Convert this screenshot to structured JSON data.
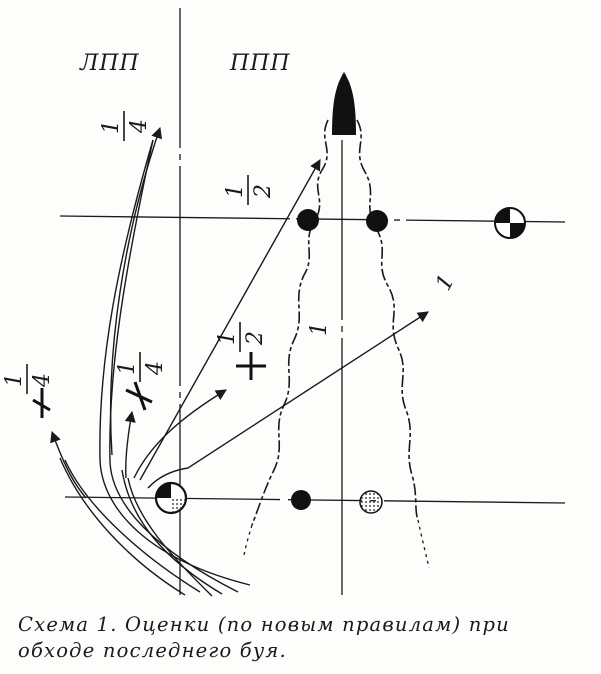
{
  "zones": {
    "left": "ЛПП",
    "right": "ППП"
  },
  "scores": {
    "quarter_top": {
      "num": "1",
      "den": "4"
    },
    "half_top": {
      "num": "1",
      "den": "2"
    },
    "one_right": "1",
    "half_mid": {
      "num": "1",
      "den": "2"
    },
    "one_mid": "1",
    "quarter_mid": {
      "num": "1",
      "den": "4"
    },
    "quarter_left": {
      "num": "1",
      "den": "4"
    }
  },
  "caption": {
    "line1": "Схема 1. Оценки (по новым правилам) при",
    "line2": "обходе последнего буя."
  },
  "colors": {
    "ink": "#1a1a1a",
    "paper": "#fdfdfb"
  }
}
